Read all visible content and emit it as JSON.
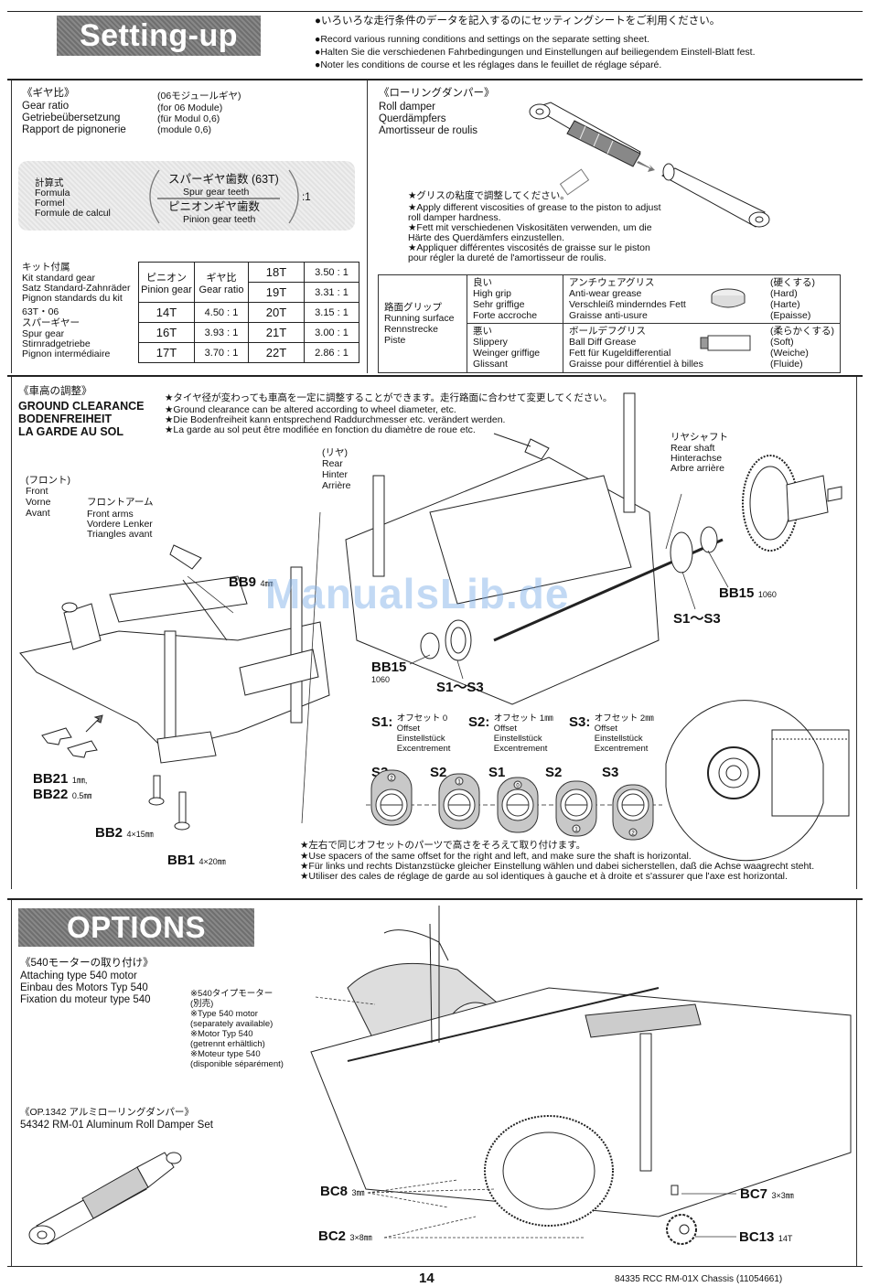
{
  "setting_up": {
    "title": "Setting-up",
    "intro": [
      "●いろいろな走行条件のデータを記入するのにセッティングシートをご利用ください。",
      "●Record various running conditions and settings on the separate setting sheet.",
      "●Halten Sie die verschiedenen Fahrbedingungen und Einstellungen auf beiliegendem Einstell-Blatt fest.",
      "●Noter les conditions de course et les réglages dans le feuillet de réglage séparé."
    ]
  },
  "gear_ratio": {
    "heading": [
      "《ギヤ比》",
      "Gear ratio",
      "Getriebeübersetzung",
      "Rapport de pignonerie"
    ],
    "module_note": [
      "(06モジュールギヤ)",
      "(for 06 Module)",
      "(für Modul 0,6)",
      "(module 0,6)"
    ],
    "formula": {
      "label": [
        "計算式",
        "Formula",
        "Formel",
        "Formule de calcul"
      ],
      "numerator": [
        "スパーギヤ歯数 (63T)",
        "Spur gear teeth"
      ],
      "denominator": [
        "ピニオンギヤ歯数",
        "Pinion gear teeth"
      ],
      "suffix": ":1"
    },
    "kit_label": [
      "キット付属",
      "Kit standard gear",
      "Satz Standard-Zahnräder",
      "Pignon standards du kit"
    ],
    "spur_label": [
      "63T・06",
      "スパーギヤー",
      "Spur gear",
      "Stirnradgetriebe",
      "Pignon intermédiaire"
    ],
    "table": {
      "headers": {
        "pinion": [
          "ピニオン",
          "Pinion gear"
        ],
        "ratio": [
          "ギヤ比",
          "Gear ratio"
        ]
      },
      "left_rows": [
        {
          "pinion": "14T",
          "ratio": "4.50 : 1"
        },
        {
          "pinion": "16T",
          "ratio": "3.93 : 1"
        },
        {
          "pinion": "17T",
          "ratio": "3.70 : 1"
        }
      ],
      "right_rows": [
        {
          "pinion": "18T",
          "ratio": "3.50 : 1"
        },
        {
          "pinion": "19T",
          "ratio": "3.31 : 1"
        },
        {
          "pinion": "20T",
          "ratio": "3.15 : 1"
        },
        {
          "pinion": "21T",
          "ratio": "3.00 : 1"
        },
        {
          "pinion": "22T",
          "ratio": "2.86 : 1"
        }
      ]
    }
  },
  "roll_damper": {
    "heading": [
      "《ローリングダンパー》",
      "Roll damper",
      "Querdämpfers",
      "Amortisseur de roulis"
    ],
    "notes": [
      "★グリスの粘度で調整してください。",
      "★Apply different viscosities of grease to the piston to adjust",
      "roll damper hardness.",
      "★Fett mit verschiedenen Viskositäten verwenden, um die",
      "Härte des Querdämfers einzustellen.",
      "★Appliquer différentes viscosités de graisse sur le piston",
      "pour régler la dureté de l'amortisseur de roulis."
    ],
    "grip_table": {
      "surface": [
        "路面グリップ",
        "Running surface",
        "Rennstrecke",
        "Piste"
      ],
      "rows": [
        {
          "grip": [
            "良い",
            "High grip",
            "Sehr griffige",
            "Forte accroche"
          ],
          "grease": [
            "アンチウェアグリス",
            "Anti-wear grease",
            "Verschleiß minderndes Fett",
            "Graisse anti-usure"
          ],
          "effect": [
            "(硬くする)",
            "(Hard)",
            "(Harte)",
            "(Epaisse)"
          ]
        },
        {
          "grip": [
            "悪い",
            "Slippery",
            "Weinger griffige",
            "Glissant"
          ],
          "grease": [
            "ボールデフグリス",
            "Ball Diff Grease",
            "Fett für Kugeldifferential",
            "Graisse pour différentiel à billes"
          ],
          "effect": [
            "(柔らかくする)",
            "(Soft)",
            "(Weiche)",
            "(Fluide)"
          ]
        }
      ]
    }
  },
  "ground_clearance": {
    "heading": [
      "《車高の調整》",
      "GROUND CLEARANCE",
      "BODENFREIHEIT",
      "LA GARDE AU SOL"
    ],
    "notes": [
      "★タイヤ径が変わっても車高を一定に調整することができます。走行路面に合わせて変更してください。",
      "★Ground clearance can be altered according to wheel diameter, etc.",
      "★Die Bodenfreiheit kann entsprechend Raddurchmesser etc. verändert werden.",
      "★La garde au sol peut être modifiée en fonction du diamètre de roue etc."
    ],
    "front": [
      "(フロント)",
      "Front",
      "Vorne",
      "Avant"
    ],
    "front_arms": [
      "フロントアーム",
      "Front arms",
      "Vordere Lenker",
      "Triangles avant"
    ],
    "rear": [
      "(リヤ)",
      "Rear",
      "Hinter",
      "Arrière"
    ],
    "rear_shaft": [
      "リヤシャフト",
      "Rear shaft",
      "Hinterachse",
      "Arbre arrière"
    ],
    "parts": {
      "bb9": {
        "code": "BB9",
        "size": "4㎜"
      },
      "bb15_right": {
        "code": "BB15",
        "size": "1060"
      },
      "bb15_left": {
        "code": "BB15",
        "size": "1060"
      },
      "s_range_right": "S1～S3",
      "s_range_left": "S1～S3",
      "bb21": {
        "code": "BB21",
        "size": "1㎜,"
      },
      "bb22": {
        "code": "BB22",
        "size": "0.5㎜"
      },
      "bb2": {
        "code": "BB2",
        "size": "4×15㎜"
      },
      "bb1": {
        "code": "BB1",
        "size": "4×20㎜"
      }
    },
    "offsets": [
      {
        "code": "S1:",
        "lines": [
          "オフセット 0",
          "Offset",
          "Einstellstück",
          "Excentrement"
        ]
      },
      {
        "code": "S2:",
        "lines": [
          "オフセット 1㎜",
          "Offset",
          "Einstellstück",
          "Excentrement"
        ]
      },
      {
        "code": "S3:",
        "lines": [
          "オフセット 2㎜",
          "Offset",
          "Einstellstück",
          "Excentrement"
        ]
      }
    ],
    "spacer_sequence": [
      {
        "label": "S3",
        "mark": "2",
        "shift": -1
      },
      {
        "label": "S2",
        "mark": "1",
        "shift": -0.5
      },
      {
        "label": "S1",
        "mark": "0",
        "shift": 0
      },
      {
        "label": "S2",
        "mark": "1",
        "shift": 0.5
      },
      {
        "label": "S3",
        "mark": "2",
        "shift": 1
      }
    ],
    "bottom_notes": [
      "★左右で同じオフセットのパーツで高さをそろえて取り付けます。",
      "★Use spacers of the same offset for the right and left, and make sure the shaft is horizontal.",
      "★Für links und rechts Distanzstücke gleicher Einstellung wählen und dabei sicherstellen, daß die Achse waagrecht steht.",
      "★Utiliser des cales de réglage de garde au sol identiques à gauche et à droite et s'assurer que l'axe est horizontal."
    ]
  },
  "options": {
    "title": "OPTIONS",
    "motor_heading": [
      "《540モーターの取り付け》",
      "Attaching type 540 motor",
      "Einbau des Motors Typ 540",
      "Fixation du moteur type 540"
    ],
    "motor_note": [
      "※540タイプモーター",
      "(別売)",
      "※Type 540 motor",
      "(separately available)",
      "※Motor Typ 540",
      "(getrennt erhältlich)",
      "※Moteur type 540",
      "(disponible séparément)"
    ],
    "damper_set": [
      "《OP.1342 アルミローリングダンパー》",
      "54342 RM-01 Aluminum Roll Damper Set"
    ],
    "parts": {
      "bc8": {
        "code": "BC8",
        "size": "3㎜"
      },
      "bc2": {
        "code": "BC2",
        "size": "3×8㎜"
      },
      "bc7": {
        "code": "BC7",
        "size": "3×3㎜"
      },
      "bc13": {
        "code": "BC13",
        "size": "14T"
      }
    }
  },
  "footer": {
    "page_number": "14",
    "product": "84335  RCC RM-01X Chassis (11054661)"
  },
  "watermark": "ManualsLib.de"
}
